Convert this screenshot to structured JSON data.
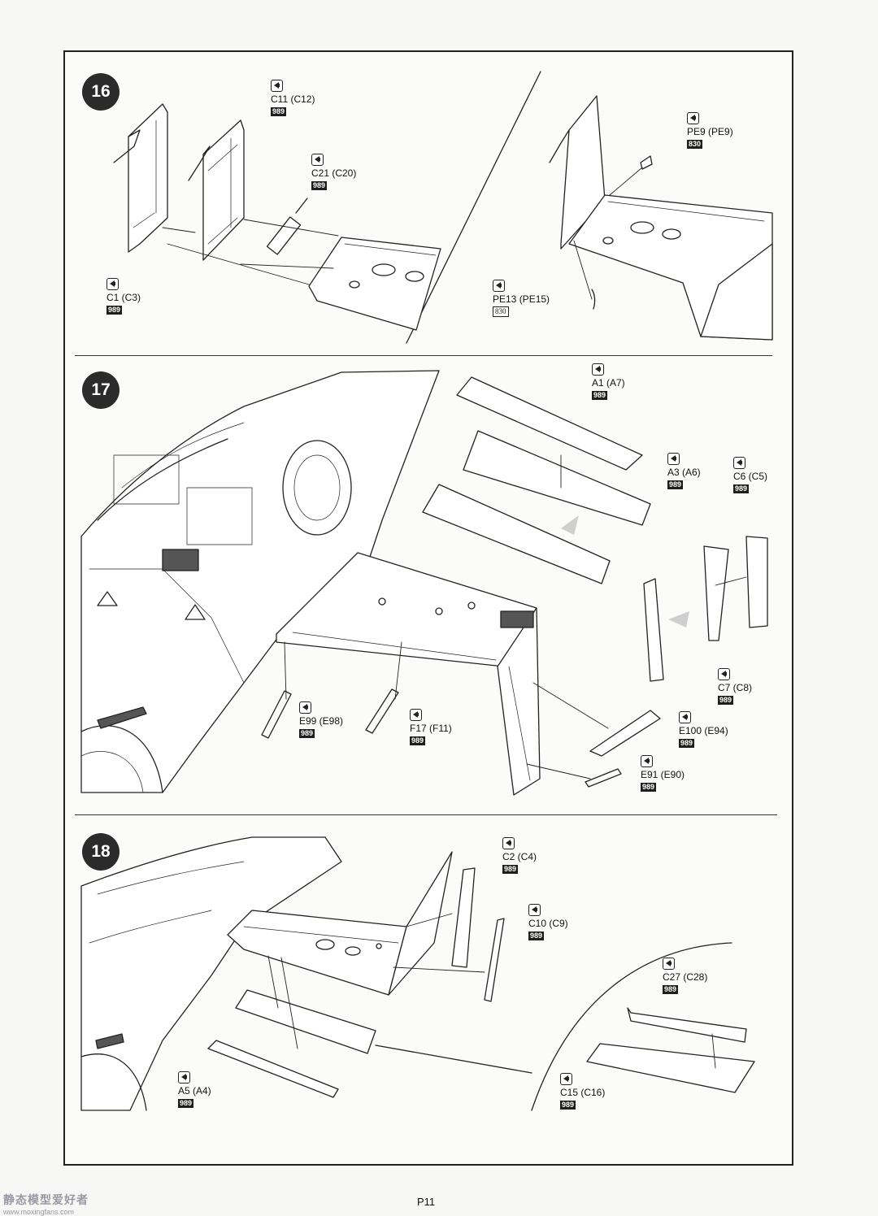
{
  "page": {
    "number": "P11"
  },
  "watermark": {
    "text": "静态模型爱好者",
    "url": "www.moxingfans.com"
  },
  "steps": [
    {
      "number": "16",
      "callouts": [
        {
          "part": "C11 (C12)",
          "paint": "989"
        },
        {
          "part": "C21 (C20)",
          "paint": "989"
        },
        {
          "part": "C1 (C3)",
          "paint": "989"
        },
        {
          "part": "PE9 (PE9)",
          "paint": "830"
        },
        {
          "part": "PE13 (PE15)",
          "paint": "830"
        }
      ]
    },
    {
      "number": "17",
      "callouts": [
        {
          "part": "A1 (A7)",
          "paint": "989"
        },
        {
          "part": "A3 (A6)",
          "paint": "989"
        },
        {
          "part": "C6 (C5)",
          "paint": "989"
        },
        {
          "part": "C7 (C8)",
          "paint": "989"
        },
        {
          "part": "E99 (E98)",
          "paint": "989"
        },
        {
          "part": "F17 (F11)",
          "paint": "989"
        },
        {
          "part": "E100 (E94)",
          "paint": "989"
        },
        {
          "part": "E91 (E90)",
          "paint": "989"
        }
      ]
    },
    {
      "number": "18",
      "callouts": [
        {
          "part": "C2 (C4)",
          "paint": "989"
        },
        {
          "part": "C10 (C9)",
          "paint": "989"
        },
        {
          "part": "C27 (C28)",
          "paint": "989"
        },
        {
          "part": "C15 (C16)",
          "paint": "989"
        },
        {
          "part": "A5 (A4)",
          "paint": "989"
        }
      ]
    }
  ],
  "icons": {
    "cement": "cement-icon"
  }
}
